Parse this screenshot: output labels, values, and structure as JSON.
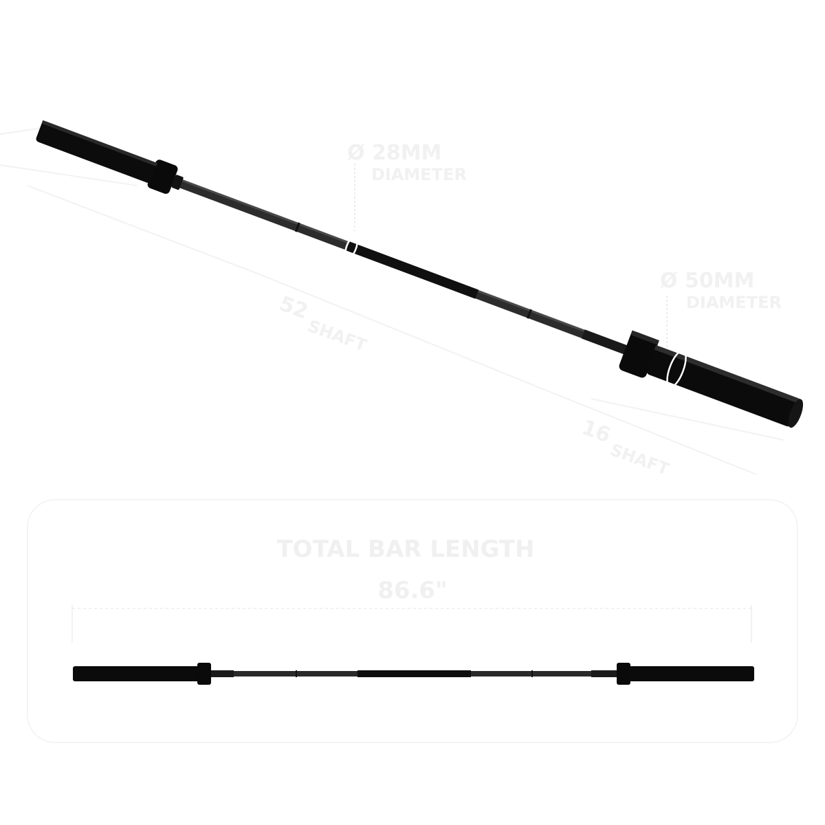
{
  "callouts": {
    "shaft_diameter": "Ø 28MM",
    "shaft_diameter_caption": "DIAMETER",
    "sleeve_diameter": "Ø 50MM",
    "sleeve_diameter_caption": "DIAMETER",
    "left_shaft_length": "52",
    "left_shaft_caption": "SHAFT",
    "right_sleeve_length": "16",
    "right_sleeve_caption": "SHAFT"
  },
  "total_length": {
    "label": "TOTAL BAR LENGTH",
    "value": "86.6\""
  },
  "colors": {
    "bar": "#0c0c0c",
    "shaft": "#2e2e2e",
    "highlight": "#ffffff",
    "faint_text": "#f0f0f0"
  }
}
